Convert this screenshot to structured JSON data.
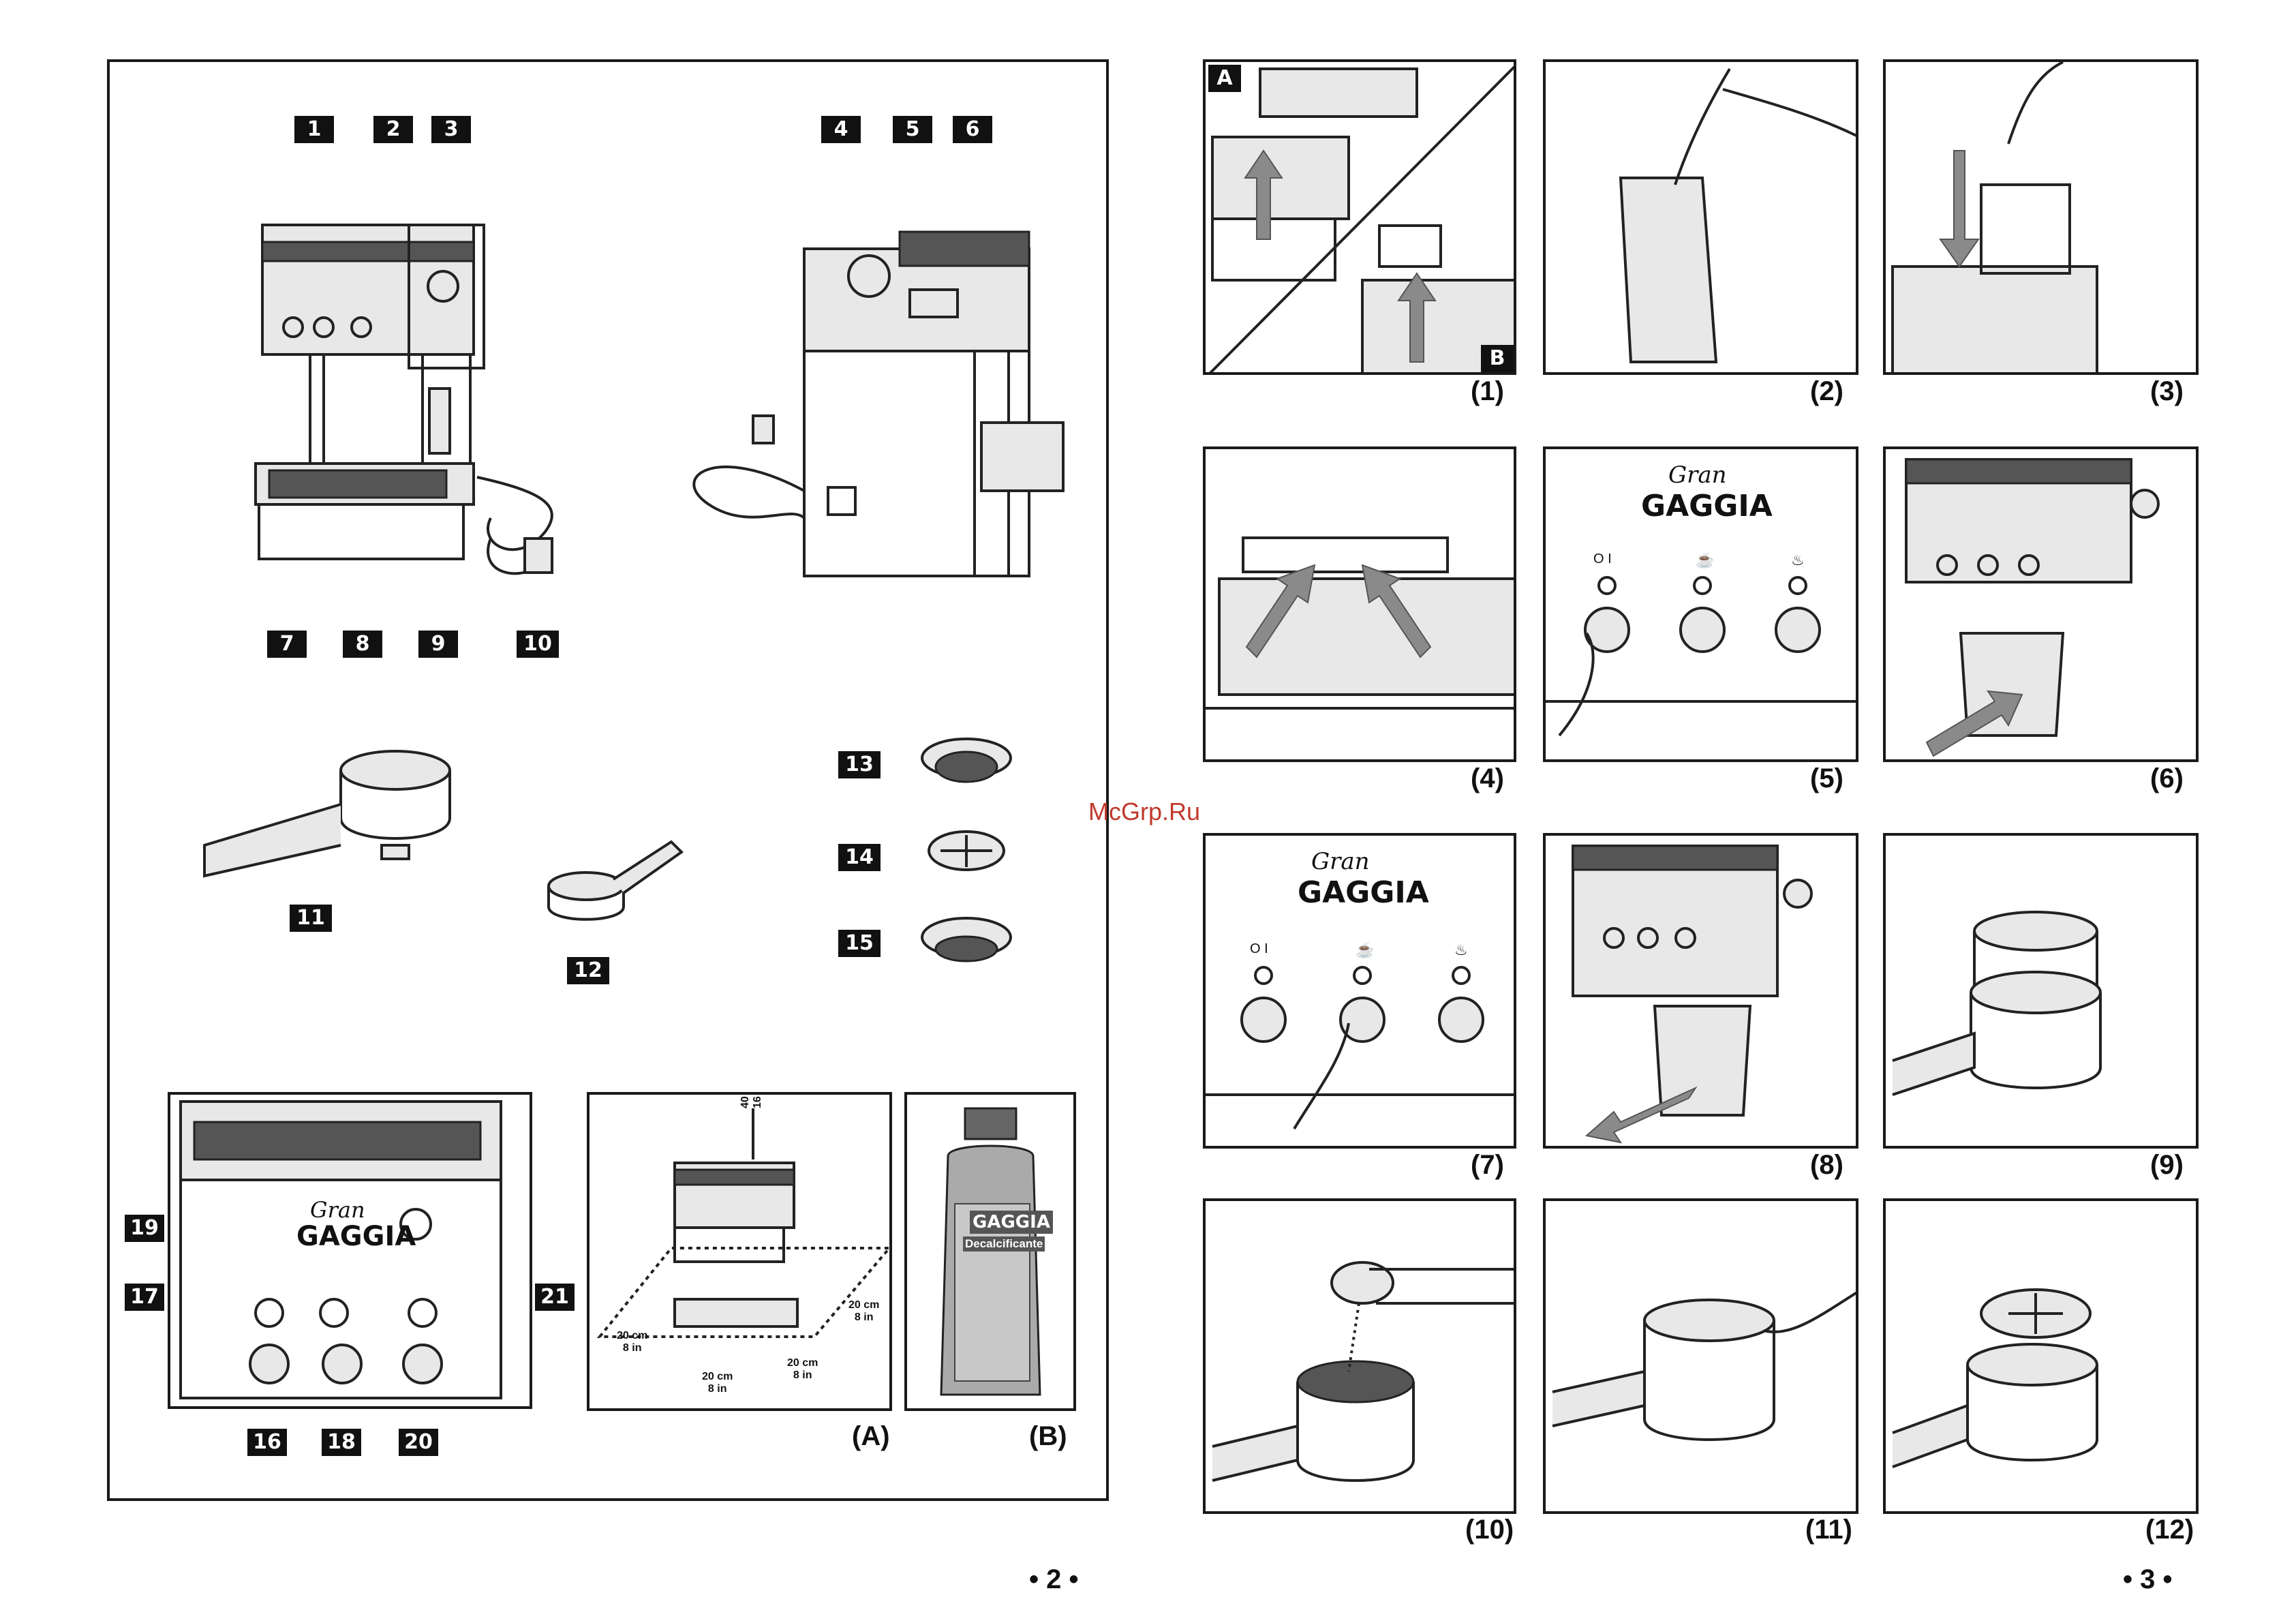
{
  "left_page": {
    "part_numbers": [
      "1",
      "2",
      "3",
      "4",
      "5",
      "6",
      "7",
      "8",
      "9",
      "10",
      "11",
      "12",
      "13",
      "14",
      "15",
      "16",
      "17",
      "18",
      "19",
      "20",
      "21"
    ],
    "panel_brand": {
      "script": "Gran",
      "name": "GAGGIA"
    },
    "clearance": {
      "top": "40 cm\n16 in",
      "side_left": "20 cm\n8 in",
      "side_right": "20 cm\n8 in",
      "bottom": "20 cm\n8 in",
      "right_back": "20 cm\n8 in"
    },
    "bottle": {
      "brand": "GAGGIA",
      "product": "Decalcificante"
    },
    "captions": {
      "a": "(A)",
      "b": "(B)"
    },
    "page_number": "• 2 •"
  },
  "right_page": {
    "step_captions": [
      "(1)",
      "(2)",
      "(3)",
      "(4)",
      "(5)",
      "(6)",
      "(7)",
      "(8)",
      "(9)",
      "(10)",
      "(11)",
      "(12)"
    ],
    "step1_labels": {
      "a": "A",
      "b": "B"
    },
    "brand": {
      "script": "Gran",
      "name": "GAGGIA"
    },
    "button_symbols": [
      "O I",
      "☕",
      "♨"
    ],
    "page_number": "• 3 •"
  },
  "watermark": "McGrp.Ru"
}
